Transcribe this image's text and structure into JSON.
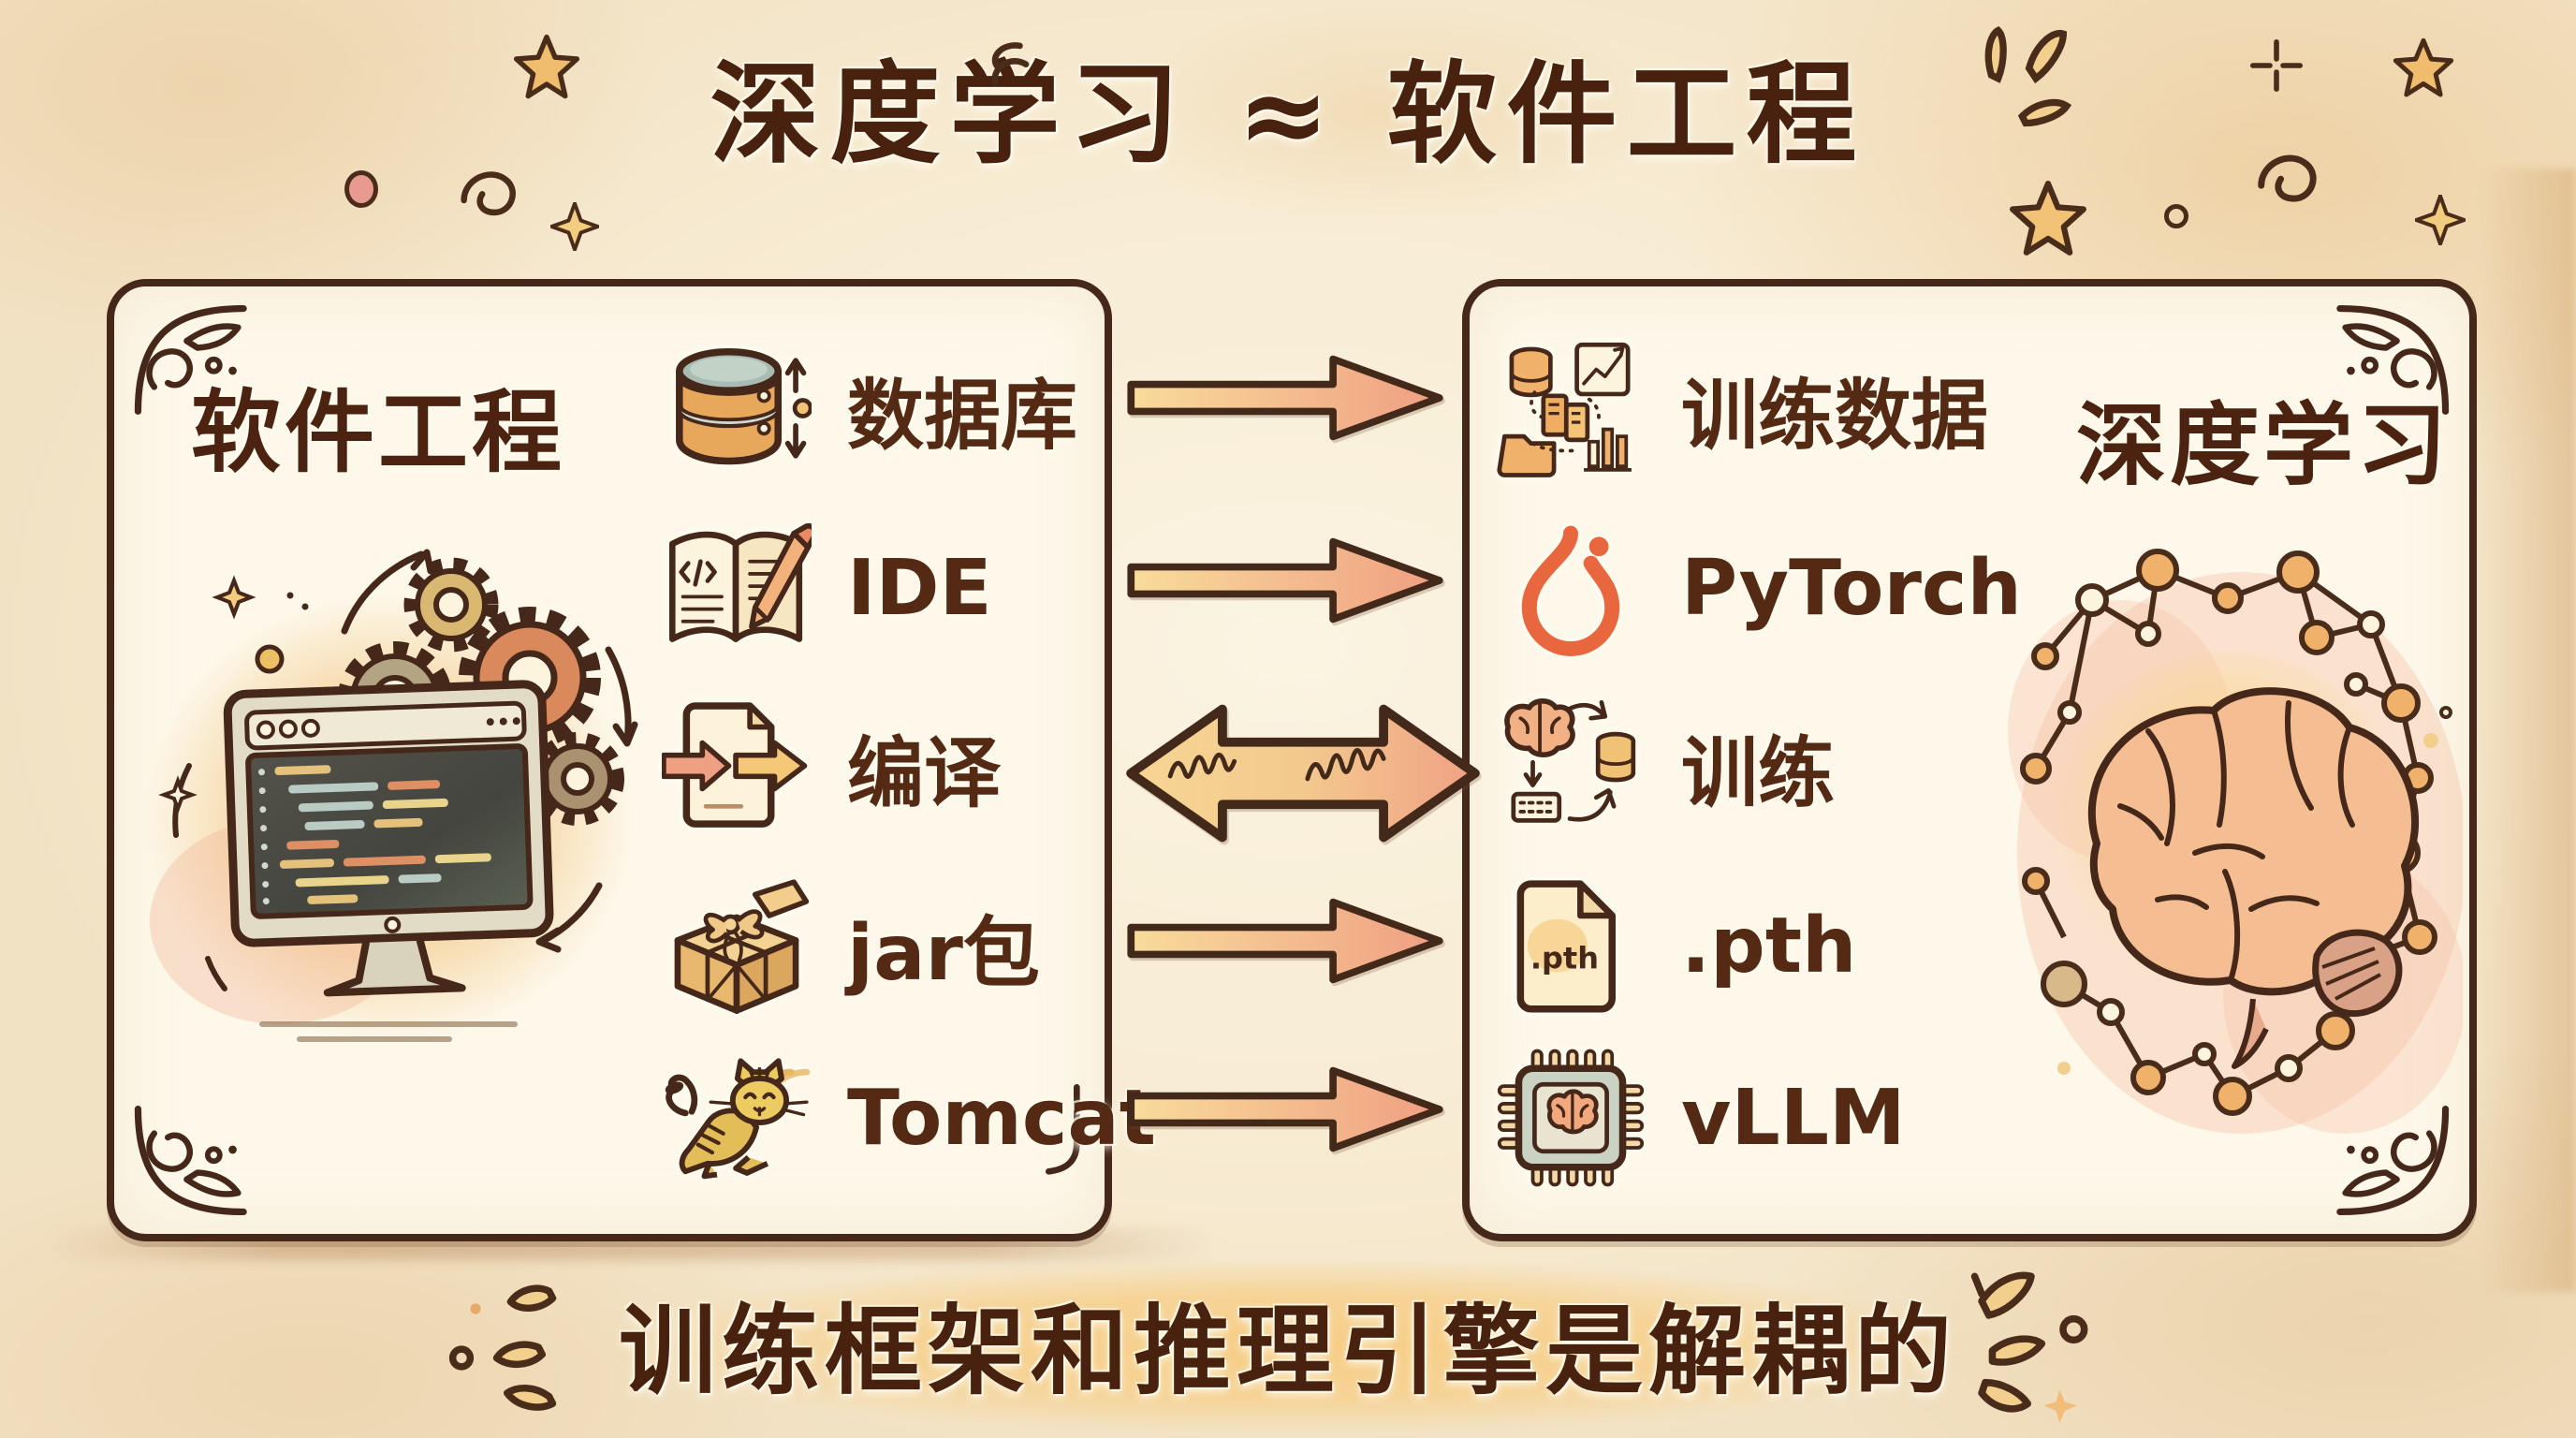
{
  "title": "深度学习 ≈ 软件工程",
  "tagline": "训练框架和推理引擎是解耦的",
  "left_panel": {
    "heading": "软件工程",
    "rows": [
      {
        "label": "数据库",
        "icon": "database-icon"
      },
      {
        "label": "IDE",
        "icon": "ide-book-icon"
      },
      {
        "label": "编译",
        "icon": "compile-arrows-icon"
      },
      {
        "label": "jar包",
        "icon": "jar-package-icon"
      },
      {
        "label": "Tomcat",
        "icon": "tomcat-cat-icon"
      }
    ],
    "illustration": "monitor-with-code-and-gears"
  },
  "right_panel": {
    "heading": "深度学习",
    "rows": [
      {
        "label": "训练数据",
        "icon": "training-data-icon"
      },
      {
        "label": "PyTorch",
        "icon": "pytorch-flame-icon"
      },
      {
        "label": "训练",
        "icon": "training-loop-icon"
      },
      {
        "label": ".pth",
        "icon": "pth-file-icon",
        "icon_text": ".pth"
      },
      {
        "label": "vLLM",
        "icon": "chip-brain-icon"
      }
    ],
    "illustration": "brain-neural-network"
  },
  "arrows": {
    "direction_rows_1_2_4_5": "left-to-right",
    "row_3": "bidirectional-with-scribbles"
  },
  "colors": {
    "ink": "#45281a",
    "title_text": "#48220f",
    "paper": "#f7ebd2",
    "panel_bg": "#fdf8ea",
    "arrow_fill_start": "#f8dc9b",
    "arrow_fill_end": "#ef9f82",
    "highlight": "#f6cd85",
    "pytorch_orange": "#e8673f",
    "gold": "#eec27a"
  }
}
